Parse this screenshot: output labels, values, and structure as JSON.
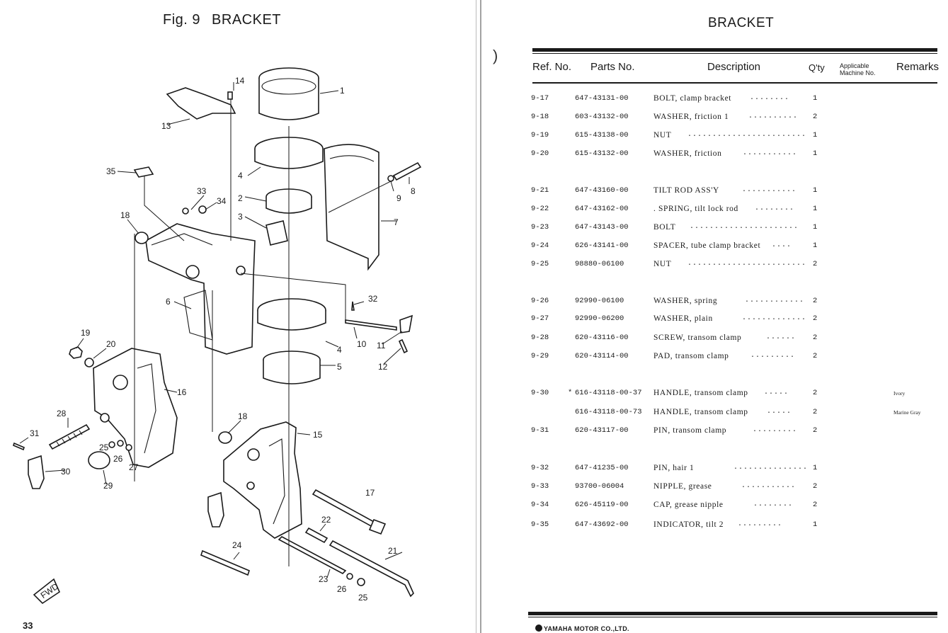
{
  "left": {
    "figure_label": "Fig. 9",
    "figure_title": "BRACKET",
    "page_number": "33",
    "fwd_label": "FWD",
    "callouts": [
      "1",
      "2",
      "3",
      "4",
      "4",
      "5",
      "6",
      "7",
      "8",
      "9",
      "10",
      "11",
      "12",
      "13",
      "14",
      "15",
      "16",
      "17",
      "18",
      "18",
      "19",
      "20",
      "21",
      "22",
      "23",
      "24",
      "25",
      "25",
      "26",
      "26",
      "27",
      "28",
      "29",
      "30",
      "31",
      "32",
      "33",
      "34",
      "35"
    ]
  },
  "right": {
    "title": "BRACKET",
    "headers": {
      "ref": "Ref. No.",
      "parts": "Parts No.",
      "desc": "Description",
      "qty": "Q'ty",
      "applicable": "Applicable Machine No.",
      "remarks": "Remarks"
    },
    "rows": [
      {
        "ref": "9-17",
        "star": "",
        "pn": "647-43131-00",
        "desc": "BOLT, clamp bracket",
        "dots": "........",
        "qty": "1",
        "rem": ""
      },
      {
        "ref": "9-18",
        "star": "",
        "pn": "603-43132-00",
        "desc": "WASHER, friction 1",
        "dots": "..........",
        "qty": "2",
        "rem": ""
      },
      {
        "ref": "9-19",
        "star": "",
        "pn": "615-43138-00",
        "desc": "NUT",
        "dots": "........................",
        "qty": "1",
        "rem": ""
      },
      {
        "ref": "9-20",
        "star": "",
        "pn": "615-43132-00",
        "desc": "WASHER, friction",
        "dots": "...........",
        "qty": "1",
        "rem": ""
      },
      {
        "ref": "9-21",
        "star": "",
        "pn": "647-43160-00",
        "desc": "TILT ROD ASS'Y",
        "dots": "...........",
        "qty": "1",
        "rem": ""
      },
      {
        "ref": "9-22",
        "star": "",
        "pn": "647-43162-00",
        "desc": ". SPRING, tilt lock rod",
        "dots": "........",
        "qty": "1",
        "rem": ""
      },
      {
        "ref": "9-23",
        "star": "",
        "pn": "647-43143-00",
        "desc": "BOLT",
        "dots": "......................",
        "qty": "1",
        "rem": ""
      },
      {
        "ref": "9-24",
        "star": "",
        "pn": "626-43141-00",
        "desc": "SPACER, tube clamp bracket",
        "dots": "....",
        "qty": "1",
        "rem": ""
      },
      {
        "ref": "9-25",
        "star": "",
        "pn": "98880-06100",
        "desc": "NUT",
        "dots": "........................",
        "qty": "2",
        "rem": ""
      },
      {
        "ref": "9-26",
        "star": "",
        "pn": "92990-06100",
        "desc": "WASHER, spring",
        "dots": "............",
        "qty": "2",
        "rem": ""
      },
      {
        "ref": "9-27",
        "star": "",
        "pn": "92990-06200",
        "desc": "WASHER, plain",
        "dots": ".............",
        "qty": "2",
        "rem": ""
      },
      {
        "ref": "9-28",
        "star": "",
        "pn": "620-43116-00",
        "desc": "SCREW, transom clamp",
        "dots": "......",
        "qty": "2",
        "rem": ""
      },
      {
        "ref": "9-29",
        "star": "",
        "pn": "620-43114-00",
        "desc": "PAD, transom clamp",
        "dots": ".........",
        "qty": "2",
        "rem": ""
      },
      {
        "ref": "9-30",
        "star": "*",
        "pn": "616-43118-00-37",
        "desc": "HANDLE, transom clamp",
        "dots": ".....",
        "qty": "2",
        "rem": "Ivory"
      },
      {
        "ref": "",
        "star": "",
        "pn": "616-43118-00-73",
        "desc": "HANDLE, transom clamp",
        "dots": ".....",
        "qty": "2",
        "rem": "Marine Gray"
      },
      {
        "ref": "9-31",
        "star": "",
        "pn": "620-43117-00",
        "desc": "PIN, transom clamp",
        "dots": ".........",
        "qty": "2",
        "rem": ""
      },
      {
        "ref": "9-32",
        "star": "",
        "pn": "647-41235-00",
        "desc": "PIN, hair 1",
        "dots": "...............",
        "qty": "1",
        "rem": ""
      },
      {
        "ref": "9-33",
        "star": "",
        "pn": "93700-06004",
        "desc": "NIPPLE, grease",
        "dots": "...........",
        "qty": "2",
        "rem": ""
      },
      {
        "ref": "9-34",
        "star": "",
        "pn": "626-45119-00",
        "desc": "CAP, grease nipple",
        "dots": "........",
        "qty": "2",
        "rem": ""
      },
      {
        "ref": "9-35",
        "star": "",
        "pn": "647-43692-00",
        "desc": "INDICATOR, tilt 2",
        "dots": ".........",
        "qty": "1",
        "rem": ""
      }
    ],
    "footer": "YAMAHA MOTOR CO.,LTD."
  }
}
